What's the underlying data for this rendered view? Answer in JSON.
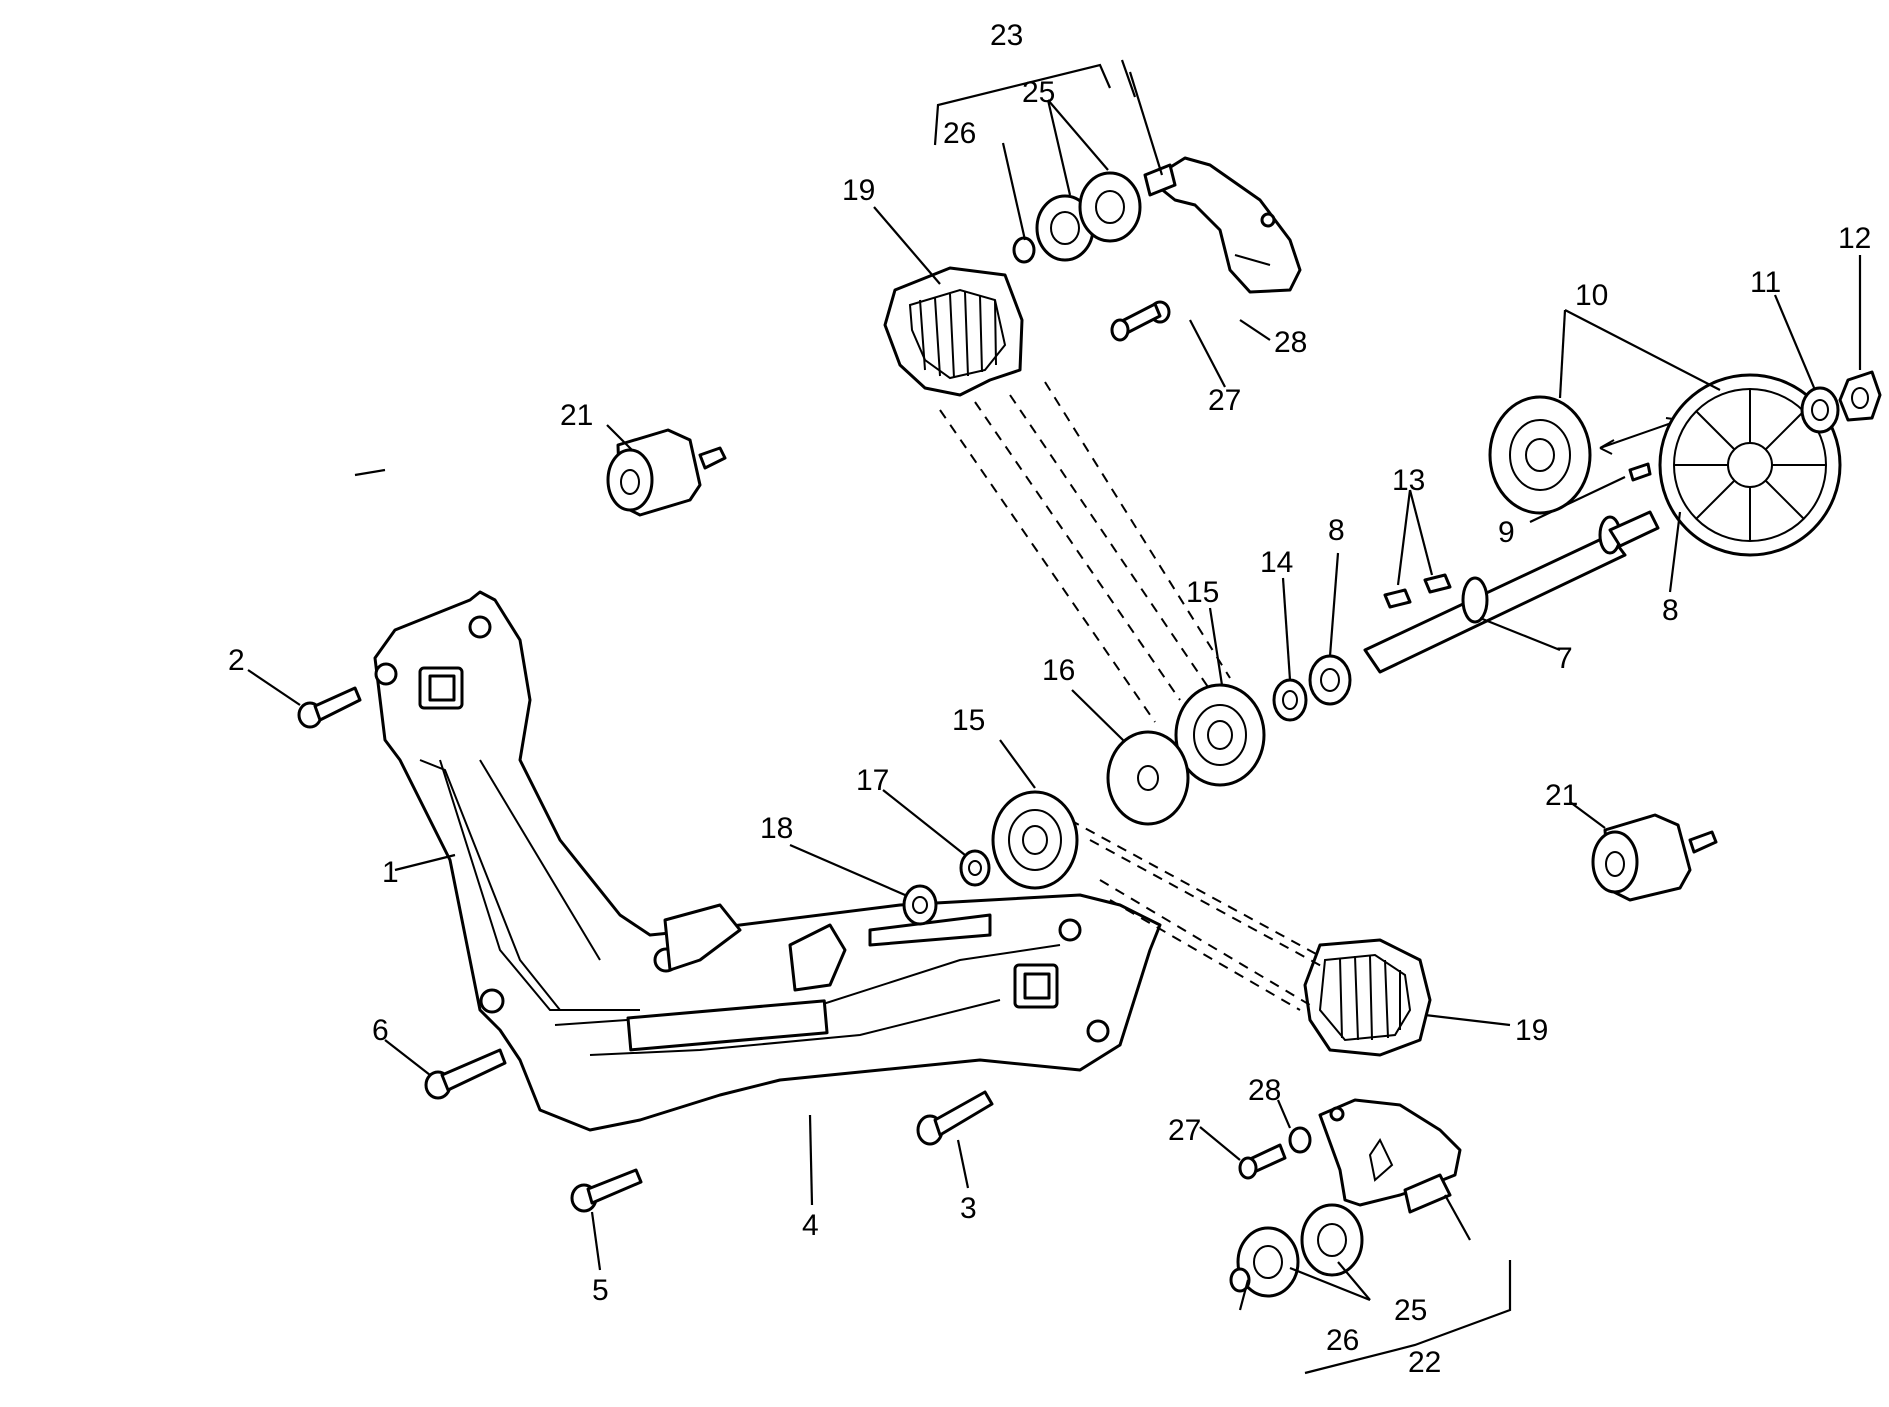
{
  "callouts": {
    "c1": "1",
    "c2": "2",
    "c3": "3",
    "c4": "4",
    "c5": "5",
    "c6": "6",
    "c7": "7",
    "c8a": "8",
    "c8b": "8",
    "c9": "9",
    "c10": "10",
    "c11": "11",
    "c12": "12",
    "c13": "13",
    "c14": "14",
    "c15a": "15",
    "c15b": "15",
    "c16": "16",
    "c17": "17",
    "c18": "18",
    "c19a": "19",
    "c19b": "19",
    "c21a": "21",
    "c21b": "21",
    "c22": "22",
    "c23": "23",
    "c25a": "25",
    "c25b": "25",
    "c26a": "26",
    "c26b": "26",
    "c27a": "27",
    "c27b": "27",
    "c28a": "28",
    "c28b": "28"
  }
}
